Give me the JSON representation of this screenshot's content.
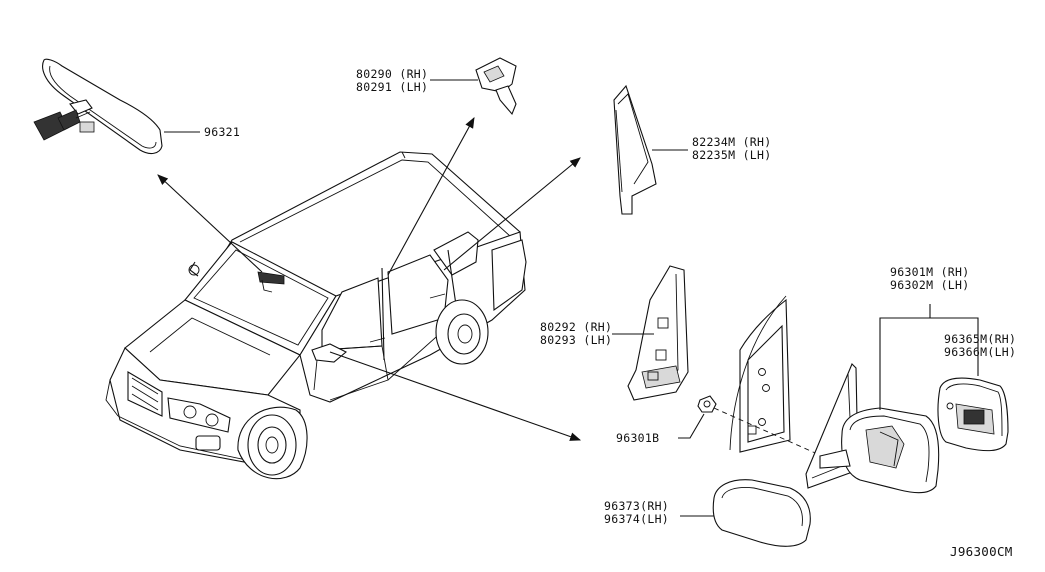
{
  "diagram": {
    "id": "J96300CM",
    "parts": {
      "inner_mirror": {
        "number": "96321"
      },
      "mirror_base": {
        "rh": "80290 (RH)",
        "lh": "80291 (LH)"
      },
      "corner_cover": {
        "rh": "82234M (RH)",
        "lh": "82235M (LH)"
      },
      "corner_finisher": {
        "rh": "80292 (RH)",
        "lh": "80293 (LH)"
      },
      "nut": {
        "number": "96301B"
      },
      "door_mirror": {
        "rh": "96301M (RH)",
        "lh": "96302M (LH)"
      },
      "mirror_glass": {
        "rh": "96365M(RH)",
        "lh": "96366M(LH)"
      },
      "mirror_cap": {
        "rh": "96373(RH)",
        "lh": "96374(LH)"
      }
    }
  },
  "colors": {
    "line": "#111111",
    "background": "#ffffff",
    "shade": "#d9d9d9"
  }
}
